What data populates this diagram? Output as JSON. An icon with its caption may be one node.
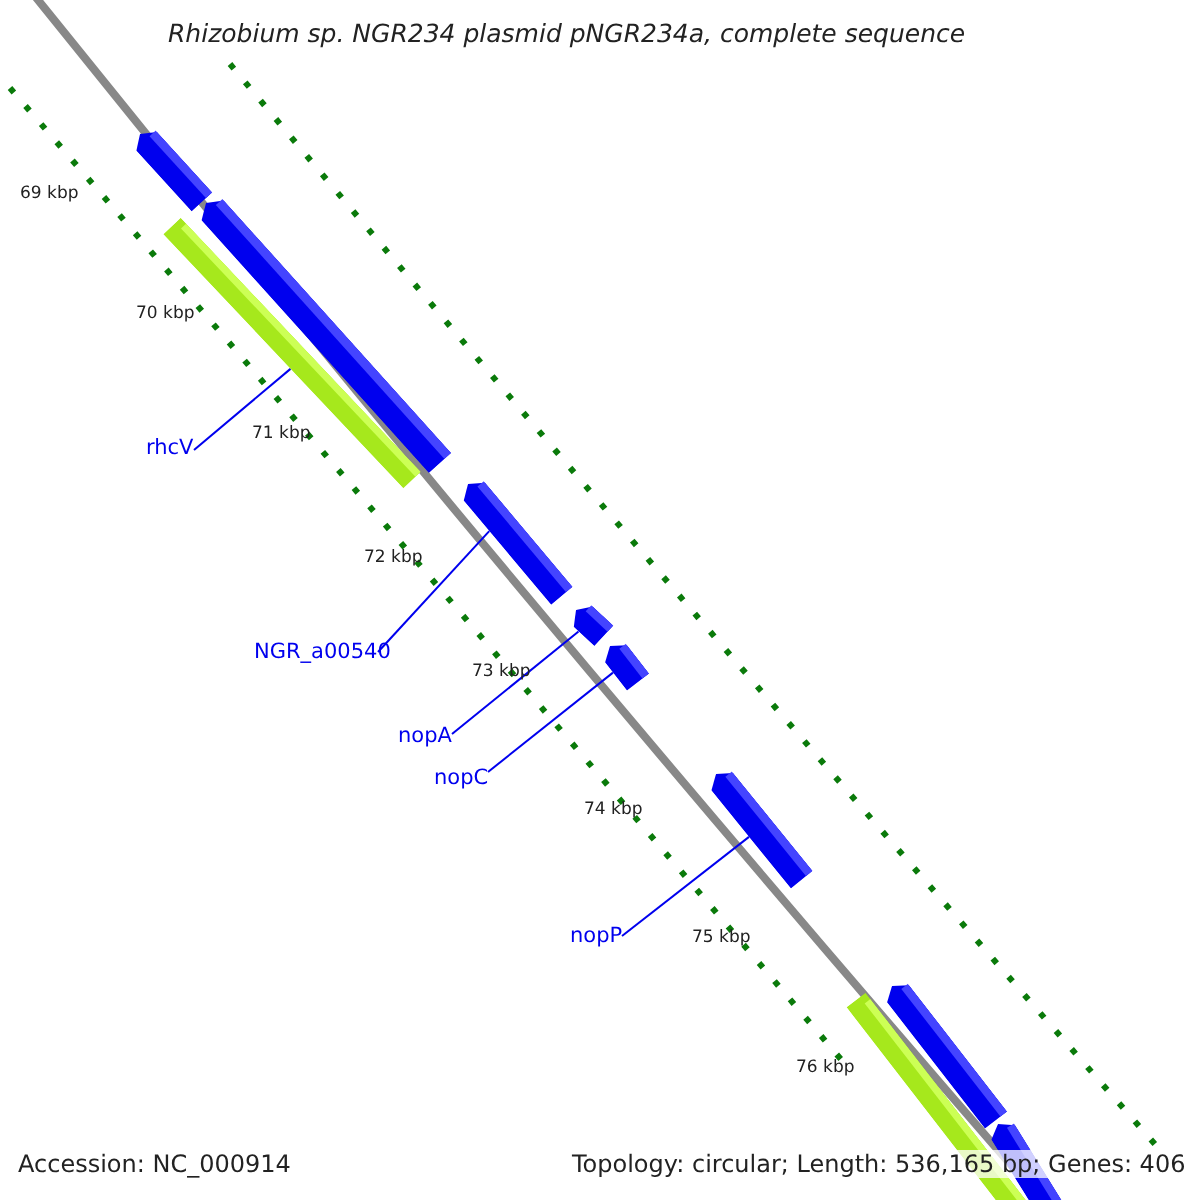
{
  "diagram": {
    "title": "Rhizobium sp. NGR234 plasmid pNGR234a, complete sequence",
    "nodes": [
      {
        "text": [],
        "shape": "bar"
      },
      {
        "text": [],
        "shape": "bar"
      },
      {
        "text": [],
        "shape": "bar"
      },
      {
        "text": [],
        "shape": "bar"
      },
      {
        "text": [],
        "shape": "bar"
      },
      {
        "text": [],
        "shape": "bar"
      },
      {
        "text": [],
        "shape": "bar"
      },
      {
        "text": [],
        "shape": "bar"
      },
      {
        "text": [],
        "shape": "bar"
      },
      {
        "text": [],
        "shape": "bar"
      },
      {
        "text": [
          "rhcV"
        ]
      },
      {
        "text": [
          "NGR_a00540"
        ]
      },
      {
        "text": [
          "nopA"
        ]
      },
      {
        "text": [
          "nopC"
        ]
      },
      {
        "text": [
          "nopP"
        ]
      }
    ],
    "edges": [
      {
        "from": 10,
        "to": 2,
        "arrow": "none"
      },
      {
        "from": 11,
        "to": 3,
        "arrow": "none"
      },
      {
        "from": 12,
        "to": 4,
        "arrow": "none"
      },
      {
        "from": 13,
        "to": 5,
        "arrow": "none"
      },
      {
        "from": 14,
        "to": 6,
        "arrow": "none"
      }
    ],
    "labels": [
      "69 kbp",
      "70 kbp",
      "71 kbp",
      "72 kbp",
      "73 kbp",
      "74 kbp",
      "75 kbp",
      "76 kbp",
      "Accession: NC_000914",
      "Topology: circular; Length: 536,165 bp; Genes: 406"
    ]
  }
}
